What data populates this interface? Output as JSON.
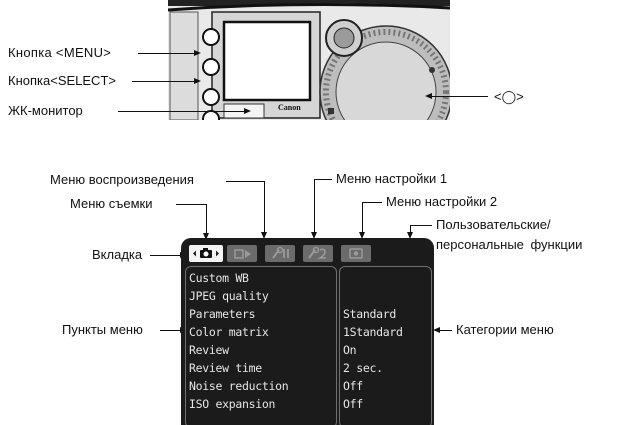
{
  "camera_labels": {
    "menu_button": "Кнопка <MENU>",
    "select_button": "Кнопка<SELECT>",
    "lcd_monitor": "ЖК-монитор",
    "dial": "<◯>",
    "brand": "Canon"
  },
  "callouts": {
    "playback_menu": "Меню воспроизведения",
    "setup_menu_1": "Меню настройки 1",
    "setup_menu_2": "Меню настройки 2",
    "shooting_menu": "Меню съемки",
    "custom_functions_line1": "Пользовательские/",
    "custom_functions_line2": "персональные  функции",
    "tab": "Вкладка",
    "menu_items": "Пункты меню",
    "menu_categories": "Категории меню"
  },
  "menu": {
    "items": [
      {
        "name": "Custom WB",
        "value": ""
      },
      {
        "name": "JPEG quality",
        "value": ""
      },
      {
        "name": "Parameters",
        "value": "Standard"
      },
      {
        "name": "Color matrix",
        "value": "1Standard"
      },
      {
        "name": "Review",
        "value": "On"
      },
      {
        "name": "Review time",
        "value": "2 sec."
      },
      {
        "name": "Noise reduction",
        "value": "Off"
      },
      {
        "name": "ISO expansion",
        "value": "Off"
      }
    ]
  },
  "icons": {
    "shooting_tab": "camera-icon",
    "playback_tab": "playback-icon",
    "setup1_tab": "setup-wrench-1-icon",
    "setup2_tab": "setup-wrench-2-icon",
    "custom_tab": "custom-functions-icon"
  }
}
